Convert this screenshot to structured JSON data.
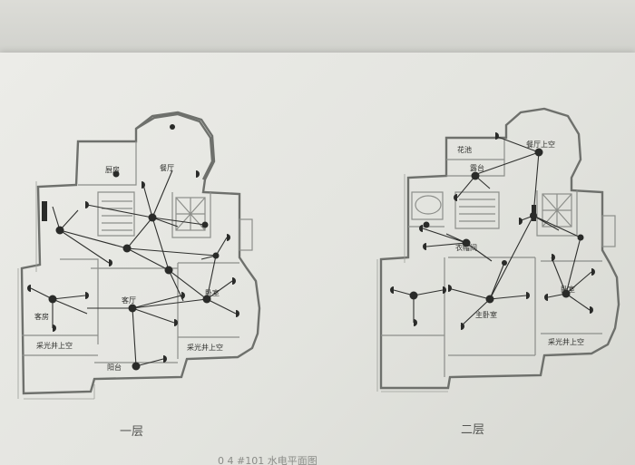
{
  "floor1": {
    "title": "一层",
    "rooms": {
      "dining": "餐厅",
      "kitchen": "厨房",
      "living": "客厅",
      "west": "客房",
      "east": "卧室",
      "skylight_w": "采光井上空",
      "skylight_e": "采光井上空",
      "balcony": "阳台"
    }
  },
  "floor2": {
    "title": "二层",
    "rooms": {
      "garden": "花池",
      "void": "餐厅上空",
      "terrace": "露台",
      "cloak": "衣帽间",
      "master": "主卧室",
      "east": "卧室",
      "skylight": "采光井上空"
    }
  },
  "footer_text": "0 4 #101 水电平面图"
}
